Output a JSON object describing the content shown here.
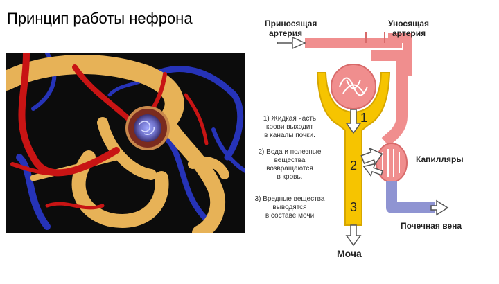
{
  "title": "Принцип работы нефрона",
  "colors": {
    "artery": "#f08e8e",
    "artery_dark": "#d86a6a",
    "vein": "#8f94d2",
    "tubule": "#f6c400",
    "tubule_dark": "#d6a600",
    "arrow_fill": "#ffffff",
    "photo_background": "#0c0c0c",
    "photo_tubule": "#e7b257",
    "photo_artery": "#c81414",
    "photo_vein": "#2633b8"
  },
  "photo": {
    "description_icon": "nephron-3d-icon"
  },
  "diagram": {
    "labels": {
      "afferent_line1": "Приносящая",
      "afferent_line2": "артерия",
      "efferent_line1": "Уносящая",
      "efferent_line2": "артерия",
      "capillaries": "Капилляры",
      "renal_vein": "Почечная вена",
      "urine": "Моча"
    },
    "steps": [
      {
        "number": "1",
        "lines": [
          "1) Жидкая часть",
          "крови выходит",
          "в каналы почки."
        ]
      },
      {
        "number": "2",
        "lines": [
          "2) Вода и полезные",
          "вещества",
          "возвращаются",
          "в кровь."
        ]
      },
      {
        "number": "3",
        "lines": [
          "3) Вредные вещества",
          "выводятся",
          "в составе мочи"
        ]
      }
    ]
  }
}
